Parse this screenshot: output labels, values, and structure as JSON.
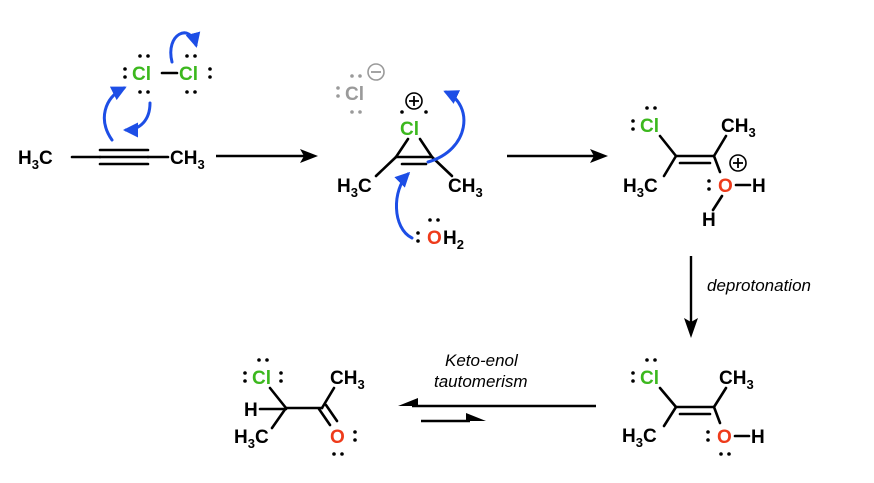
{
  "colors": {
    "chlorine": "#3cb81e",
    "oxygen": "#ee3b1b",
    "carbon_text": "#000000",
    "curved_arrow": "#1d4ee6",
    "spectator_ion": "#9a9a9a"
  },
  "atoms": {
    "cl": "Cl",
    "h": "H",
    "o": "O",
    "c": "C",
    "sub2": "2",
    "sub3": "3"
  },
  "charges": {
    "plus": "+",
    "minus": "−"
  },
  "labels": {
    "deprotonation": "deprotonation",
    "tautomer_line1": "Keto-enol",
    "tautomer_line2": "tautomerism"
  }
}
